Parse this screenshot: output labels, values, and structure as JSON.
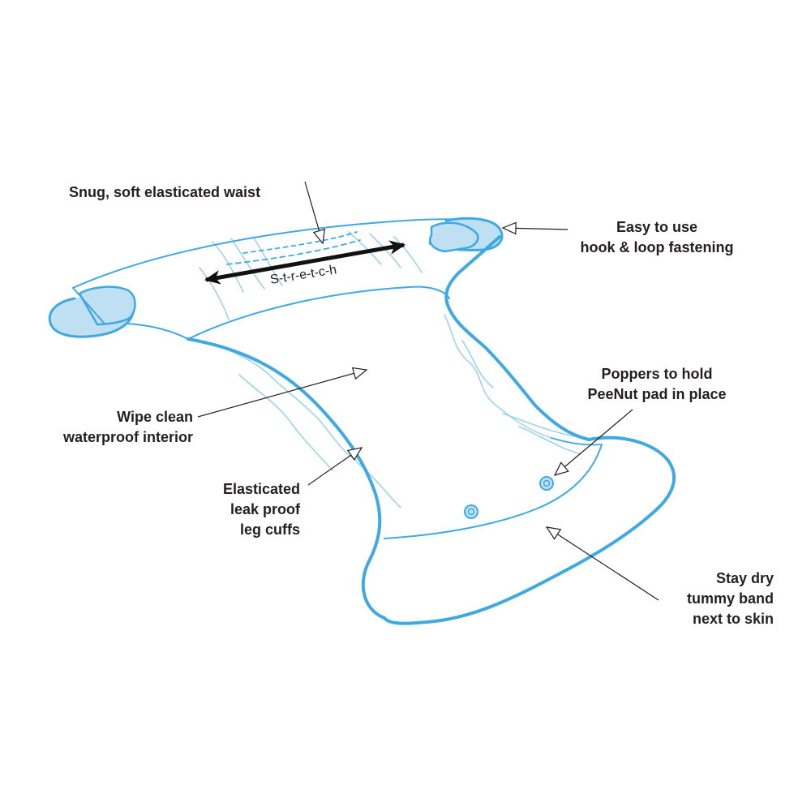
{
  "colors": {
    "outline": "#3fa9e1",
    "tab_fill": "#bfe0f3",
    "wrinkle": "#9fd2ee",
    "text": "#231f20",
    "pointer": "#231f20"
  },
  "callouts": {
    "waist": {
      "lines": [
        "Snug, soft elasticated waist"
      ]
    },
    "fastening": {
      "lines": [
        "Easy to use",
        "hook & loop fastening"
      ]
    },
    "interior": {
      "lines": [
        "Wipe clean",
        "waterproof interior"
      ]
    },
    "poppers": {
      "lines": [
        "Poppers to hold",
        "PeeNut pad in place"
      ]
    },
    "leg_cuffs": {
      "lines": [
        "Elasticated",
        "leak proof",
        "leg cuffs"
      ]
    },
    "tummy_band": {
      "lines": [
        "Stay dry",
        "tummy band",
        "next to skin"
      ]
    }
  },
  "stretch_label": "S-t-r-e-t-c-h"
}
